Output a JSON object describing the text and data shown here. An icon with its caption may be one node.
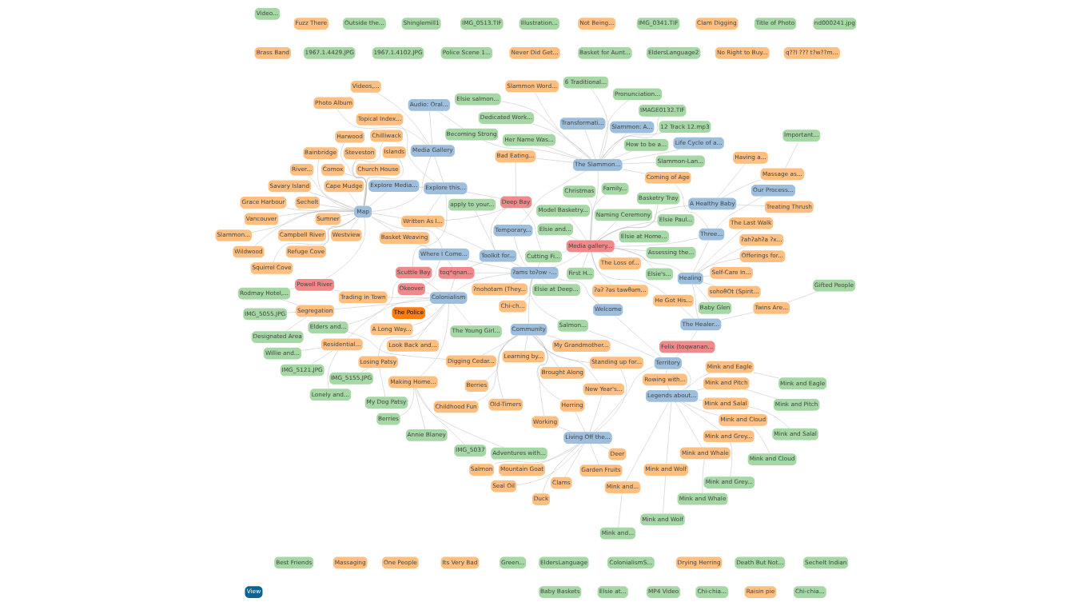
{
  "diagram": {
    "nodes": [
      {
        "text": [
          "Never Did Get..."
        ]
      },
      {
        "text": [
          "Best Friends"
        ]
      },
      {
        "text": [
          "Treating Thrush"
        ]
      },
      {
        "text": [
          "Having a..."
        ]
      },
      {
        "text": [
          "Important..."
        ]
      },
      {
        "text": [
          "Massage as..."
        ]
      },
      {
        "text": [
          "Massaging"
        ]
      },
      {
        "text": [
          "One People"
        ]
      },
      {
        "text": [
          "q??l ??? t?w??m..."
        ]
      },
      {
        "text": [
          "Elsie at..."
        ]
      },
      {
        "text": [
          "No Right to Buy..."
        ]
      },
      {
        "text": [
          "Gifted People"
        ]
      },
      {
        "text": [
          "Twins Are..."
        ]
      },
      {
        "text": [
          "He Got His..."
        ]
      },
      {
        "text": [
          "Police Scene 1..."
        ]
      },
      {
        "text": [
          "Its Very Bad"
        ]
      },
      {
        "text": [
          "MP4 Video"
        ]
      },
      {
        "text": [
          "A Healthy Baby"
        ]
      },
      {
        "text": [
          "Transformati..."
        ]
      },
      {
        "text": [
          "Life Cycle of a..."
        ]
      },
      {
        "text": [
          "How to be a..."
        ]
      },
      {
        "text": [
          "Elsie salmon..."
        ]
      },
      {
        "text": [
          "Self-Care In..."
        ]
      },
      {
        "text": [
          "Offerings for..."
        ]
      },
      {
        "text": [
          "ʔahʔahʔa ʔx..."
        ]
      },
      {
        "text": [
          "ʔəʔ ʔəs tawθəm..."
        ]
      },
      {
        "text": [
          "sohoθOt (Spirit..."
        ]
      },
      {
        "text": [
          "The Last Walk"
        ]
      },
      {
        "text": [
          "Model Basketry..."
        ]
      },
      {
        "text": [
          "Christmas"
        ]
      },
      {
        "text": [
          "Baby Glen"
        ]
      },
      {
        "text": [
          "Healing"
        ]
      },
      {
        "text": [
          "Three..."
        ]
      },
      {
        "text": [
          "Basketry Tray"
        ]
      },
      {
        "text": [
          "Family..."
        ]
      },
      {
        "text": [
          "The Healer..."
        ]
      },
      {
        "text": [
          "Elsie Paul..."
        ]
      },
      {
        "text": [
          "Naming Ceremony"
        ]
      },
      {
        "text": [
          "First H..."
        ]
      },
      {
        "text": [
          "Elsie's..."
        ]
      },
      {
        "text": [
          "Felix (toqwanan..."
        ]
      },
      {
        "text": [
          "Media gallery..."
        ]
      },
      {
        "text": [
          "Dedicated Work..."
        ]
      },
      {
        "text": [
          "Slammon: A..."
        ]
      },
      {
        "text": [
          "12 Track 12.mp3"
        ]
      },
      {
        "text": [
          "Slammon-Lan..."
        ]
      },
      {
        "text": [
          "Coming of Age"
        ]
      },
      {
        "text": [
          "IMAGE0132.TIF"
        ]
      },
      {
        "text": [
          "Our Process..."
        ]
      },
      {
        "text": [
          "Her Name Was..."
        ]
      },
      {
        "text": [
          "Temporary..."
        ]
      },
      {
        "text": [
          "The Slammon..."
        ]
      },
      {
        "text": [
          "Slammon Word..."
        ]
      },
      {
        "text": [
          "Bad Eating..."
        ]
      },
      {
        "text": [
          "The Loss of..."
        ]
      },
      {
        "text": [
          "Elsie and..."
        ]
      },
      {
        "text": [
          "Elsie at Deep..."
        ]
      },
      {
        "text": [
          "Cutting Fi..."
        ]
      },
      {
        "text": [
          "Elsie at Home..."
        ]
      },
      {
        "text": [
          "Assessing the..."
        ]
      },
      {
        "text": [
          "ʔnohotam (They..."
        ]
      },
      {
        "text": [
          "ʔams toʔow -..."
        ]
      },
      {
        "text": [
          "Written As I..."
        ]
      },
      {
        "text": [
          "Deep Bay"
        ]
      },
      {
        "text": [
          "Toolkit for..."
        ]
      },
      {
        "text": [
          "Chi-ch..."
        ]
      },
      {
        "text": [
          "Welcome"
        ]
      },
      {
        "text": [
          "Pronunciation..."
        ]
      },
      {
        "text": [
          "Becoming Strong"
        ]
      },
      {
        "text": [
          "6 Traditional..."
        ]
      },
      {
        "text": [
          "Audio: Oral..."
        ]
      },
      {
        "text": [
          "nd000241.jpg"
        ]
      },
      {
        "text": [
          "Title of Photo"
        ]
      },
      {
        "text": [
          "Clam Digging"
        ]
      },
      {
        "text": [
          "IMG_0341.TIF"
        ]
      },
      {
        "text": [
          "Videos,..."
        ]
      },
      {
        "text": [
          "Photo Album"
        ]
      },
      {
        "text": [
          "Topical Index..."
        ]
      },
      {
        "text": [
          "Media Gallery"
        ]
      },
      {
        "text": [
          "Explore this..."
        ]
      },
      {
        "text": [
          "Not Being..."
        ]
      },
      {
        "text": [
          "Chi-chia..."
        ]
      },
      {
        "text": [
          "EldersLanguage2"
        ]
      },
      {
        "text": [
          "Mink and Eagle"
        ]
      },
      {
        "text": [
          "Mink and Eagle"
        ]
      },
      {
        "text": [
          "Mink and Cloud"
        ]
      },
      {
        "text": [
          "Mink and Cloud"
        ]
      },
      {
        "text": [
          "Mink and Grey..."
        ]
      },
      {
        "text": [
          "Mink and Grey..."
        ]
      },
      {
        "text": [
          "1967.1.4102.JPG"
        ]
      },
      {
        "text": [
          "Mink and..."
        ]
      },
      {
        "text": [
          "Mink and..."
        ]
      },
      {
        "text": [
          "Mink and Salal"
        ]
      },
      {
        "text": [
          "Mink and Salal"
        ]
      },
      {
        "text": [
          "Mink and Pitch"
        ]
      },
      {
        "text": [
          "Mink and Wolf"
        ]
      },
      {
        "text": [
          "Mink and Whale"
        ]
      },
      {
        "text": [
          "Mink and Pitch"
        ]
      },
      {
        "text": [
          "Mink and Wolf"
        ]
      },
      {
        "text": [
          "Mink and Whale"
        ]
      },
      {
        "text": [
          "Legends about..."
        ]
      },
      {
        "text": [
          "Rowing with..."
        ]
      },
      {
        "text": [
          "Territory"
        ]
      },
      {
        "text": [
          "Salmon..."
        ]
      },
      {
        "text": [
          "toqʷqnan..."
        ]
      },
      {
        "text": [
          "apply to your..."
        ]
      },
      {
        "text": [
          "Explore Media..."
        ]
      },
      {
        "text": [
          "Map"
        ]
      },
      {
        "text": [
          "Digging Cedar..."
        ]
      },
      {
        "text": [
          "Where I Come..."
        ]
      },
      {
        "text": [
          "Okeover"
        ]
      },
      {
        "text": [
          "Basket Weaving"
        ]
      },
      {
        "text": [
          "Berries"
        ]
      },
      {
        "text": [
          "Community"
        ]
      },
      {
        "text": [
          "New Year's..."
        ]
      },
      {
        "text": [
          "Standing up for..."
        ]
      },
      {
        "text": [
          "Brought Along"
        ]
      },
      {
        "text": [
          "Living Off the..."
        ]
      },
      {
        "text": [
          "Herring"
        ]
      },
      {
        "text": [
          "Elders and..."
        ]
      },
      {
        "text": [
          "Colonialism"
        ]
      },
      {
        "text": [
          "Scuttle Bay"
        ]
      },
      {
        "text": [
          "Working"
        ]
      },
      {
        "text": [
          "Old-Timers"
        ]
      },
      {
        "text": [
          "My Grandmother..."
        ]
      },
      {
        "text": [
          "Childhood Fun"
        ]
      },
      {
        "text": [
          "Learning by..."
        ]
      },
      {
        "text": [
          "Salmon"
        ]
      },
      {
        "text": [
          "Deer"
        ]
      },
      {
        "text": [
          "Mountain Goat"
        ]
      },
      {
        "text": [
          "Duck"
        ]
      },
      {
        "text": [
          "Garden Fruits"
        ]
      },
      {
        "text": [
          "Clams"
        ]
      },
      {
        "text": [
          "Seal Oil"
        ]
      },
      {
        "text": [
          "Illustration..."
        ]
      },
      {
        "text": [
          "Green..."
        ]
      },
      {
        "text": [
          "IMG_0513.TIF"
        ]
      },
      {
        "text": [
          "Shinglemill1"
        ]
      },
      {
        "text": [
          "Outside the..."
        ]
      },
      {
        "text": [
          "1967.1.4429.JPG"
        ]
      },
      {
        "text": [
          "EldersLanguage"
        ]
      },
      {
        "text": [
          "Fuzz There"
        ]
      },
      {
        "text": [
          "Raisin pie"
        ]
      },
      {
        "text": [
          "Video..."
        ]
      },
      {
        "text": [
          "ColonialismS..."
        ]
      },
      {
        "text": [
          "The Police"
        ]
      },
      {
        "text": [
          "A Long Way..."
        ]
      },
      {
        "text": [
          "Look Back and..."
        ]
      },
      {
        "text": [
          "The Young Girl..."
        ]
      },
      {
        "text": [
          "Trading in Town"
        ]
      },
      {
        "text": [
          "Segregation"
        ]
      },
      {
        "text": [
          "Residential..."
        ]
      },
      {
        "text": [
          "Losing Patsy"
        ]
      },
      {
        "text": [
          "Making Home..."
        ]
      },
      {
        "text": [
          "Willie and..."
        ]
      },
      {
        "text": [
          "Lonely and..."
        ]
      },
      {
        "text": [
          "IMG_5121.JPG"
        ]
      },
      {
        "text": [
          "My Dog Patsy"
        ]
      },
      {
        "text": [
          "IMG_5155.JPG"
        ]
      },
      {
        "text": [
          "Adventures with..."
        ]
      },
      {
        "text": [
          "IMG_5037"
        ]
      },
      {
        "text": [
          "Berries"
        ]
      },
      {
        "text": [
          "Annie Blaney"
        ]
      },
      {
        "text": [
          "Designated Area"
        ]
      },
      {
        "text": [
          "IMG_5055.JPG"
        ]
      },
      {
        "text": [
          "Rodmay Hotel,..."
        ]
      },
      {
        "text": [
          "Powell River"
        ]
      },
      {
        "text": [
          "River..."
        ]
      },
      {
        "text": [
          "Campbell River"
        ]
      },
      {
        "text": [
          "Islands"
        ]
      },
      {
        "text": [
          "Slammon..."
        ]
      },
      {
        "text": [
          "Steveston"
        ]
      },
      {
        "text": [
          "Grace Harbour"
        ]
      },
      {
        "text": [
          "Savary Island"
        ]
      },
      {
        "text": [
          "Bainbridge"
        ]
      },
      {
        "text": [
          "Harwood"
        ]
      },
      {
        "text": [
          "Comox"
        ]
      },
      {
        "text": [
          "Chilliwack"
        ]
      },
      {
        "text": [
          "Church House"
        ]
      },
      {
        "text": [
          "Westview"
        ]
      },
      {
        "text": [
          "Wildwood"
        ]
      },
      {
        "text": [
          "Sechelt"
        ]
      },
      {
        "text": [
          "Vancouver"
        ]
      },
      {
        "text": [
          "Refuge Cove"
        ]
      },
      {
        "text": [
          "Squirrel Cove"
        ]
      },
      {
        "text": [
          "Sumner"
        ]
      },
      {
        "text": [
          "Cape Mudge"
        ]
      },
      {
        "text": [
          "Basket for Aunt..."
        ]
      },
      {
        "text": [
          "Baby Baskets"
        ]
      },
      {
        "text": [
          "Brass Band"
        ]
      },
      {
        "text": [
          "Drying Herring"
        ]
      },
      {
        "text": [
          "Death But Not..."
        ]
      },
      {
        "text": [
          "Chi-chia..."
        ]
      },
      {
        "text": [
          "Sechelt Indian"
        ]
      }
    ],
    "edges": [
      {
        "from": 2,
        "to": 17,
        "arrow": "none"
      },
      {
        "from": 3,
        "to": 17,
        "arrow": "none"
      },
      {
        "from": 4,
        "to": 5,
        "arrow": "none"
      },
      {
        "from": 5,
        "to": 17,
        "arrow": "none"
      },
      {
        "from": 17,
        "to": 41,
        "arrow": "none"
      },
      {
        "from": 22,
        "to": 31,
        "arrow": "none"
      },
      {
        "from": 23,
        "to": 31,
        "arrow": "none"
      },
      {
        "from": 24,
        "to": 31,
        "arrow": "none"
      },
      {
        "from": 26,
        "to": 31,
        "arrow": "none"
      },
      {
        "from": 27,
        "to": 31,
        "arrow": "none"
      },
      {
        "from": 30,
        "to": 31,
        "arrow": "none"
      },
      {
        "from": 31,
        "to": 41,
        "arrow": "none"
      },
      {
        "from": 31,
        "to": 32,
        "arrow": "none"
      },
      {
        "from": 11,
        "to": 12,
        "arrow": "none"
      },
      {
        "from": 12,
        "to": 35,
        "arrow": "none"
      },
      {
        "from": 13,
        "to": 35,
        "arrow": "none"
      },
      {
        "from": 13,
        "to": 41,
        "arrow": "none"
      },
      {
        "from": 35,
        "to": 40,
        "arrow": "none"
      },
      {
        "from": 35,
        "to": 31,
        "arrow": "none"
      },
      {
        "from": 40,
        "to": 102,
        "arrow": "none"
      },
      {
        "from": 28,
        "to": 41,
        "arrow": "none"
      },
      {
        "from": 29,
        "to": 41,
        "arrow": "none"
      },
      {
        "from": 33,
        "to": 41,
        "arrow": "none"
      },
      {
        "from": 34,
        "to": 41,
        "arrow": "none"
      },
      {
        "from": 36,
        "to": 41,
        "arrow": "none"
      },
      {
        "from": 37,
        "to": 41,
        "arrow": "none"
      },
      {
        "from": 38,
        "to": 41,
        "arrow": "none"
      },
      {
        "from": 39,
        "to": 41,
        "arrow": "none"
      },
      {
        "from": 58,
        "to": 41,
        "arrow": "none"
      },
      {
        "from": 59,
        "to": 41,
        "arrow": "none"
      },
      {
        "from": 54,
        "to": 41,
        "arrow": "none"
      },
      {
        "from": 55,
        "to": 41,
        "arrow": "none"
      },
      {
        "from": 57,
        "to": 41,
        "arrow": "none"
      },
      {
        "from": 61,
        "to": 41,
        "arrow": "none"
      },
      {
        "from": 32,
        "to": 41,
        "arrow": "none"
      },
      {
        "from": 51,
        "to": 41,
        "arrow": "none"
      },
      {
        "from": 25,
        "to": 41,
        "arrow": "none"
      },
      {
        "from": 32,
        "to": 48,
        "arrow": "none"
      },
      {
        "from": 32,
        "to": 46,
        "arrow": "none"
      },
      {
        "from": 18,
        "to": 51,
        "arrow": "none"
      },
      {
        "from": 19,
        "to": 51,
        "arrow": "none"
      },
      {
        "from": 20,
        "to": 51,
        "arrow": "none"
      },
      {
        "from": 21,
        "to": 51,
        "arrow": "none"
      },
      {
        "from": 42,
        "to": 51,
        "arrow": "none"
      },
      {
        "from": 43,
        "to": 51,
        "arrow": "none"
      },
      {
        "from": 44,
        "to": 51,
        "arrow": "none"
      },
      {
        "from": 45,
        "to": 51,
        "arrow": "none"
      },
      {
        "from": 46,
        "to": 51,
        "arrow": "none"
      },
      {
        "from": 47,
        "to": 51,
        "arrow": "none"
      },
      {
        "from": 49,
        "to": 51,
        "arrow": "none"
      },
      {
        "from": 50,
        "to": 51,
        "arrow": "none"
      },
      {
        "from": 52,
        "to": 51,
        "arrow": "none"
      },
      {
        "from": 53,
        "to": 51,
        "arrow": "none"
      },
      {
        "from": 67,
        "to": 51,
        "arrow": "none"
      },
      {
        "from": 68,
        "to": 51,
        "arrow": "none"
      },
      {
        "from": 69,
        "to": 51,
        "arrow": "none"
      },
      {
        "from": 68,
        "to": 70,
        "arrow": "none"
      },
      {
        "from": 70,
        "to": 78,
        "arrow": "none"
      },
      {
        "from": 75,
        "to": 78,
        "arrow": "none"
      },
      {
        "from": 76,
        "to": 78,
        "arrow": "none"
      },
      {
        "from": 77,
        "to": 79,
        "arrow": "none"
      },
      {
        "from": 78,
        "to": 79,
        "arrow": "none"
      },
      {
        "from": 78,
        "to": 107,
        "arrow": "none"
      },
      {
        "from": 79,
        "to": 63,
        "arrow": "none"
      },
      {
        "from": 79,
        "to": 62,
        "arrow": "none"
      },
      {
        "from": 79,
        "to": 106,
        "arrow": "none"
      },
      {
        "from": 53,
        "to": 63,
        "arrow": "none"
      },
      {
        "from": 62,
        "to": 63,
        "arrow": "none"
      },
      {
        "from": 57,
        "to": 63,
        "arrow": "none"
      },
      {
        "from": 64,
        "to": 63,
        "arrow": "none"
      },
      {
        "from": 50,
        "to": 61,
        "arrow": "none"
      },
      {
        "from": 56,
        "to": 61,
        "arrow": "none"
      },
      {
        "from": 57,
        "to": 61,
        "arrow": "none"
      },
      {
        "from": 64,
        "to": 61,
        "arrow": "none"
      },
      {
        "from": 104,
        "to": 61,
        "arrow": "none"
      },
      {
        "from": 66,
        "to": 61,
        "arrow": "none"
      },
      {
        "from": 65,
        "to": 61,
        "arrow": "none"
      },
      {
        "from": 60,
        "to": 61,
        "arrow": "none"
      },
      {
        "from": 103,
        "to": 61,
        "arrow": "none"
      },
      {
        "from": 109,
        "to": 61,
        "arrow": "none"
      },
      {
        "from": 120,
        "to": 61,
        "arrow": "none"
      },
      {
        "from": 113,
        "to": 61,
        "arrow": "none"
      },
      {
        "from": 105,
        "to": 64,
        "arrow": "none"
      },
      {
        "from": 62,
        "to": 64,
        "arrow": "none"
      },
      {
        "from": 104,
        "to": 64,
        "arrow": "none"
      },
      {
        "from": 104,
        "to": 109,
        "arrow": "none"
      },
      {
        "from": 104,
        "to": 120,
        "arrow": "none"
      },
      {
        "from": 110,
        "to": 109,
        "arrow": "none"
      },
      {
        "from": 110,
        "to": 120,
        "arrow": "none"
      },
      {
        "from": 111,
        "to": 109,
        "arrow": "none"
      },
      {
        "from": 109,
        "to": 107,
        "arrow": "none"
      },
      {
        "from": 111,
        "to": 107,
        "arrow": "none"
      },
      {
        "from": 62,
        "to": 107,
        "arrow": "none"
      },
      {
        "from": 106,
        "to": 107,
        "arrow": "none"
      },
      {
        "from": 166,
        "to": 107,
        "arrow": "none"
      },
      {
        "from": 167,
        "to": 107,
        "arrow": "none"
      },
      {
        "from": 168,
        "to": 107,
        "arrow": "none"
      },
      {
        "from": 169,
        "to": 107,
        "arrow": "none"
      },
      {
        "from": 170,
        "to": 107,
        "arrow": "none"
      },
      {
        "from": 171,
        "to": 107,
        "arrow": "none"
      },
      {
        "from": 172,
        "to": 107,
        "arrow": "none"
      },
      {
        "from": 173,
        "to": 107,
        "arrow": "none"
      },
      {
        "from": 174,
        "to": 107,
        "arrow": "none"
      },
      {
        "from": 175,
        "to": 107,
        "arrow": "none"
      },
      {
        "from": 176,
        "to": 107,
        "arrow": "none"
      },
      {
        "from": 177,
        "to": 107,
        "arrow": "none"
      },
      {
        "from": 178,
        "to": 107,
        "arrow": "none"
      },
      {
        "from": 179,
        "to": 107,
        "arrow": "none"
      },
      {
        "from": 180,
        "to": 107,
        "arrow": "none"
      },
      {
        "from": 181,
        "to": 107,
        "arrow": "none"
      },
      {
        "from": 182,
        "to": 107,
        "arrow": "none"
      },
      {
        "from": 183,
        "to": 107,
        "arrow": "none"
      },
      {
        "from": 184,
        "to": 107,
        "arrow": "none"
      },
      {
        "from": 185,
        "to": 107,
        "arrow": "none"
      },
      {
        "from": 186,
        "to": 107,
        "arrow": "none"
      },
      {
        "from": 121,
        "to": 120,
        "arrow": "none"
      },
      {
        "from": 121,
        "to": 119,
        "arrow": "none"
      },
      {
        "from": 121,
        "to": 79,
        "arrow": "none"
      },
      {
        "from": 84,
        "to": 100,
        "arrow": "none"
      },
      {
        "from": 86,
        "to": 100,
        "arrow": "none"
      },
      {
        "from": 88,
        "to": 100,
        "arrow": "none"
      },
      {
        "from": 91,
        "to": 100,
        "arrow": "none"
      },
      {
        "from": 92,
        "to": 100,
        "arrow": "none"
      },
      {
        "from": 94,
        "to": 100,
        "arrow": "none"
      },
      {
        "from": 95,
        "to": 100,
        "arrow": "none"
      },
      {
        "from": 96,
        "to": 100,
        "arrow": "none"
      },
      {
        "from": 101,
        "to": 100,
        "arrow": "none"
      },
      {
        "from": 102,
        "to": 100,
        "arrow": "none"
      },
      {
        "from": 83,
        "to": 84,
        "arrow": "none"
      },
      {
        "from": 85,
        "to": 86,
        "arrow": "none"
      },
      {
        "from": 87,
        "to": 88,
        "arrow": "none"
      },
      {
        "from": 90,
        "to": 91,
        "arrow": "none"
      },
      {
        "from": 93,
        "to": 92,
        "arrow": "none"
      },
      {
        "from": 97,
        "to": 94,
        "arrow": "none"
      },
      {
        "from": 98,
        "to": 95,
        "arrow": "none"
      },
      {
        "from": 99,
        "to": 96,
        "arrow": "none"
      },
      {
        "from": 66,
        "to": 102,
        "arrow": "none"
      },
      {
        "from": 103,
        "to": 102,
        "arrow": "none"
      },
      {
        "from": 117,
        "to": 102,
        "arrow": "none"
      },
      {
        "from": 101,
        "to": 102,
        "arrow": "none"
      },
      {
        "from": 112,
        "to": 113,
        "arrow": "none"
      },
      {
        "from": 114,
        "to": 113,
        "arrow": "none"
      },
      {
        "from": 116,
        "to": 113,
        "arrow": "none"
      },
      {
        "from": 118,
        "to": 113,
        "arrow": "none"
      },
      {
        "from": 122,
        "to": 113,
        "arrow": "none"
      },
      {
        "from": 123,
        "to": 113,
        "arrow": "none"
      },
      {
        "from": 124,
        "to": 113,
        "arrow": "none"
      },
      {
        "from": 125,
        "to": 113,
        "arrow": "none"
      },
      {
        "from": 126,
        "to": 113,
        "arrow": "none"
      },
      {
        "from": 108,
        "to": 113,
        "arrow": "none"
      },
      {
        "from": 115,
        "to": 113,
        "arrow": "none"
      },
      {
        "from": 127,
        "to": 117,
        "arrow": "none"
      },
      {
        "from": 128,
        "to": 117,
        "arrow": "none"
      },
      {
        "from": 129,
        "to": 117,
        "arrow": "none"
      },
      {
        "from": 130,
        "to": 117,
        "arrow": "none"
      },
      {
        "from": 131,
        "to": 117,
        "arrow": "none"
      },
      {
        "from": 132,
        "to": 117,
        "arrow": "none"
      },
      {
        "from": 133,
        "to": 117,
        "arrow": "none"
      },
      {
        "from": 114,
        "to": 117,
        "arrow": "none"
      },
      {
        "from": 118,
        "to": 117,
        "arrow": "none"
      },
      {
        "from": 115,
        "to": 117,
        "arrow": "none"
      },
      {
        "from": 122,
        "to": 117,
        "arrow": "none"
      },
      {
        "from": 145,
        "to": 120,
        "arrow": "none"
      },
      {
        "from": 146,
        "to": 120,
        "arrow": "none"
      },
      {
        "from": 147,
        "to": 120,
        "arrow": "none"
      },
      {
        "from": 148,
        "to": 120,
        "arrow": "none"
      },
      {
        "from": 149,
        "to": 120,
        "arrow": "none"
      },
      {
        "from": 150,
        "to": 120,
        "arrow": "none"
      },
      {
        "from": 151,
        "to": 120,
        "arrow": "none"
      },
      {
        "from": 152,
        "to": 120,
        "arrow": "none"
      },
      {
        "from": 153,
        "to": 120,
        "arrow": "none"
      },
      {
        "from": 154,
        "to": 151,
        "arrow": "none"
      },
      {
        "from": 155,
        "to": 151,
        "arrow": "none"
      },
      {
        "from": 156,
        "to": 151,
        "arrow": "none"
      },
      {
        "from": 157,
        "to": 152,
        "arrow": "none"
      },
      {
        "from": 158,
        "to": 152,
        "arrow": "none"
      },
      {
        "from": 159,
        "to": 153,
        "arrow": "none"
      },
      {
        "from": 160,
        "to": 153,
        "arrow": "none"
      },
      {
        "from": 161,
        "to": 153,
        "arrow": "none"
      },
      {
        "from": 162,
        "to": 153,
        "arrow": "none"
      },
      {
        "from": 163,
        "to": 150,
        "arrow": "none"
      },
      {
        "from": 164,
        "to": 150,
        "arrow": "none"
      },
      {
        "from": 165,
        "to": 150,
        "arrow": "none"
      },
      {
        "from": 149,
        "to": 166,
        "arrow": "none"
      },
      {
        "from": 165,
        "to": 166,
        "arrow": "none"
      },
      {
        "from": 108,
        "to": 119,
        "arrow": "none"
      }
    ],
    "labels": [
      "View"
    ]
  }
}
